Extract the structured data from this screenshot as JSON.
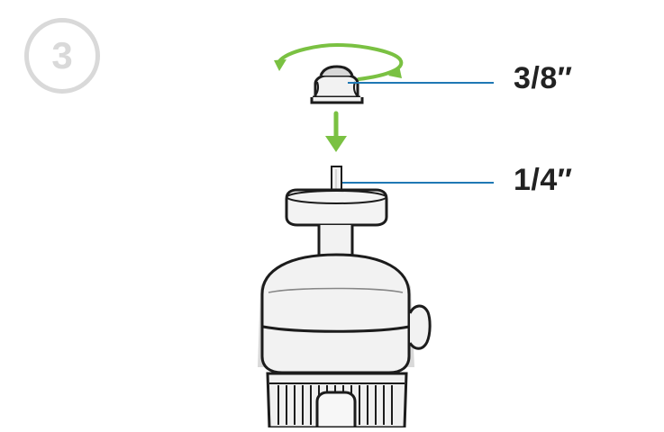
{
  "step": {
    "number": "3"
  },
  "callouts": {
    "top_thread_label": "3/8″",
    "bottom_thread_label": "1/4″"
  },
  "colors": {
    "badge": "#d9d9d9",
    "arrow_green": "#7ac142",
    "callout_blue": "#1f78b4",
    "outline": "#1c1c1c",
    "fill_light": "#f2f2f2",
    "shadow_grey": "#d7d7d7"
  }
}
